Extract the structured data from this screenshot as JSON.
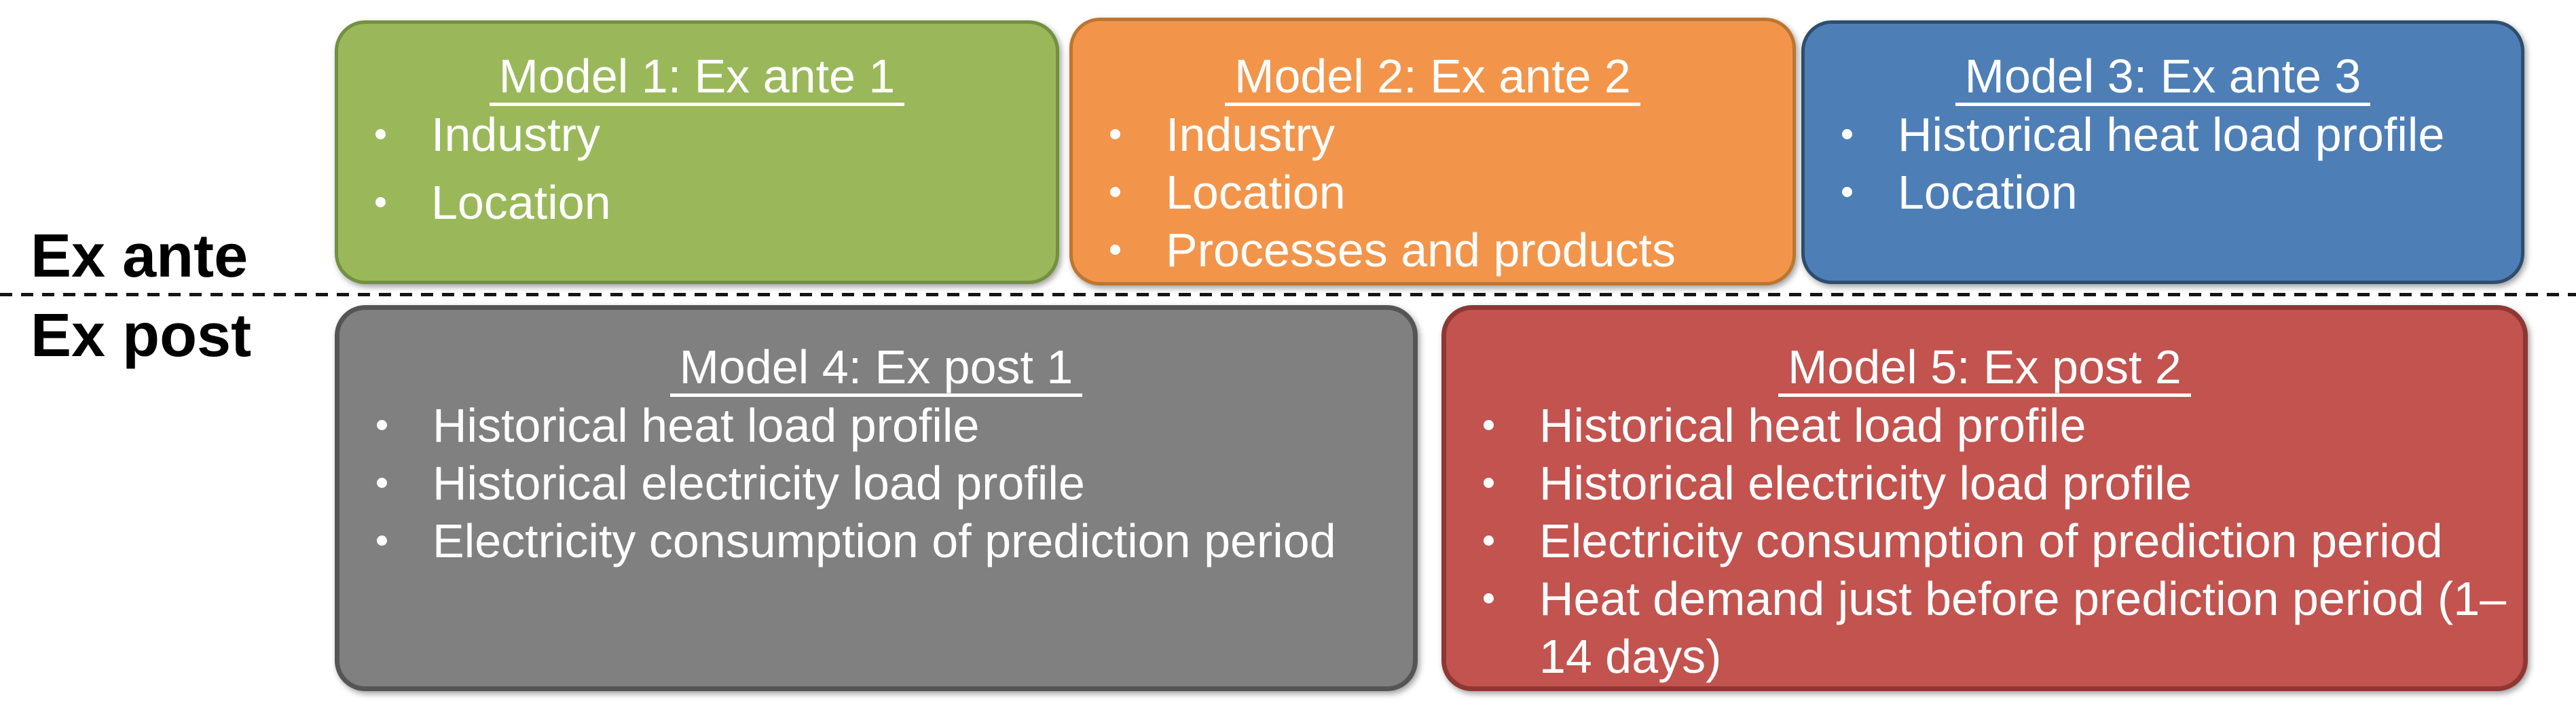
{
  "page": {
    "background": "#ffffff",
    "divider_color": "#151515",
    "label_color": "#000000"
  },
  "row_labels": {
    "ex_ante": "Ex ante",
    "ex_post": "Ex post"
  },
  "boxes": [
    {
      "name": "model-1",
      "title": "Model 1: Ex ante 1",
      "bullets": [
        "Industry",
        "Location"
      ],
      "fill": "#9AB85A",
      "border": "#71913E",
      "text_color": "#ffffff"
    },
    {
      "name": "model-2",
      "title": "Model 2: Ex ante 2",
      "bullets": [
        "Industry",
        "Location",
        "Processes and products"
      ],
      "fill": "#F2954B",
      "border": "#BC762F",
      "text_color": "#ffffff"
    },
    {
      "name": "model-3",
      "title": "Model 3: Ex ante 3",
      "bullets": [
        "Historical heat load profile",
        "Location"
      ],
      "fill": "#4E7EB6",
      "border": "#2E4D6E",
      "text_color": "#ffffff"
    },
    {
      "name": "model-4",
      "title": "Model 4: Ex post 1",
      "bullets": [
        "Historical heat load profile",
        "Historical electricity load profile",
        "Electricity consumption of prediction period"
      ],
      "fill": "#808080",
      "border": "#555555",
      "text_color": "#ffffff"
    },
    {
      "name": "model-5",
      "title": "Model 5: Ex post 2",
      "bullets": [
        "Historical heat load profile",
        "Historical electricity load profile",
        "Electricity consumption of prediction period",
        "Heat demand just before prediction period (1–14 days)"
      ],
      "fill": "#C2534F",
      "border": "#8E3734",
      "text_color": "#ffffff"
    }
  ]
}
